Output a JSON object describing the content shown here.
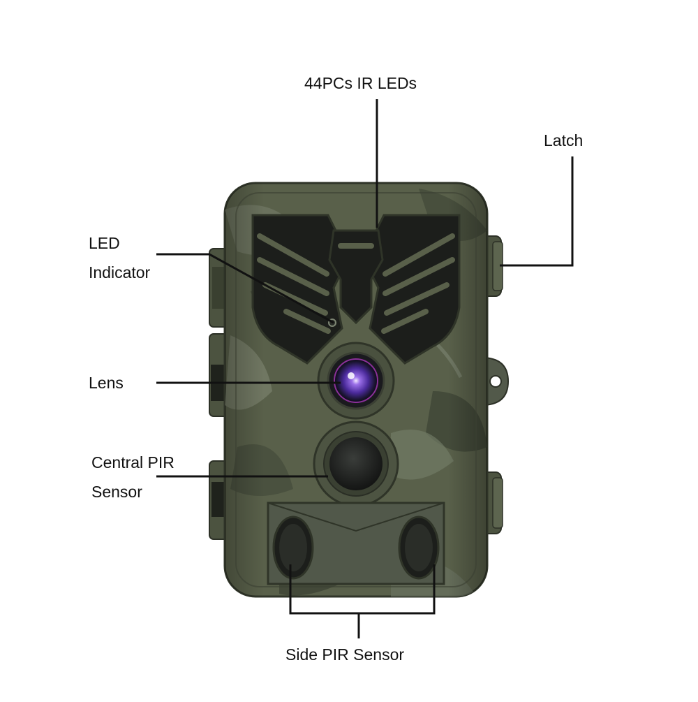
{
  "labels": {
    "ir_leds": "44PCs IR LEDs",
    "latch": "Latch",
    "led_indicator": [
      "LED",
      "Indicator"
    ],
    "lens": "Lens",
    "central_pir": [
      "Central PIR",
      "Sensor"
    ],
    "side_pir": "Side PIR Sensor"
  },
  "colors": {
    "camo_base": "#59604a",
    "camo_dark": "#3d4434",
    "camo_light": "#7d8573",
    "panel_black": "#1c1e1b",
    "lens_purple": "#6a3fc0",
    "leader_line": "#111111"
  }
}
